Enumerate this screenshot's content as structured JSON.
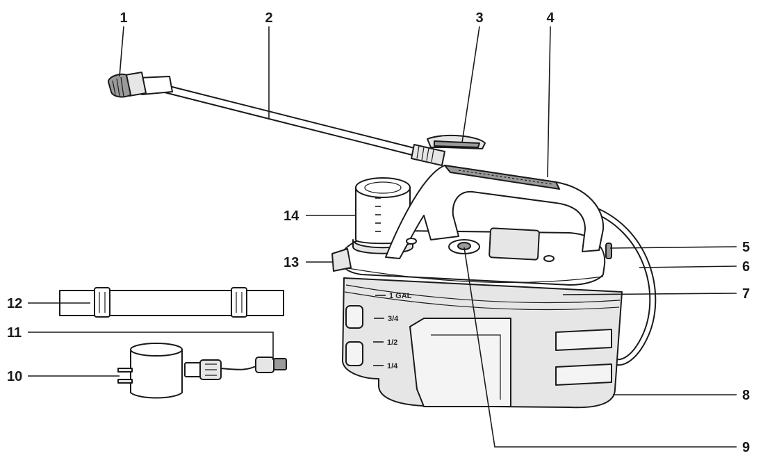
{
  "callouts": [
    "1",
    "2",
    "3",
    "4",
    "5",
    "6",
    "7",
    "8",
    "9",
    "10",
    "11",
    "12",
    "13",
    "14"
  ],
  "tank_marks": {
    "full": "1 GAL",
    "three_quarter": "3/4",
    "half": "1/2",
    "quarter": "1/4"
  },
  "parts": {
    "1": "nozzle-icon",
    "2": "spray-wand-icon",
    "3": "trigger-icon",
    "4": "handle-icon",
    "5": "battery-indicator-icon",
    "6": "hose-icon",
    "7": "tank-lid-icon",
    "8": "tank-base-icon",
    "9": "pressure-valve-icon",
    "10": "wall-adapter-icon",
    "11": "usb-cable-icon",
    "12": "shoulder-strap-icon",
    "13": "wand-holder-icon",
    "14": "measuring-cup-icon"
  }
}
